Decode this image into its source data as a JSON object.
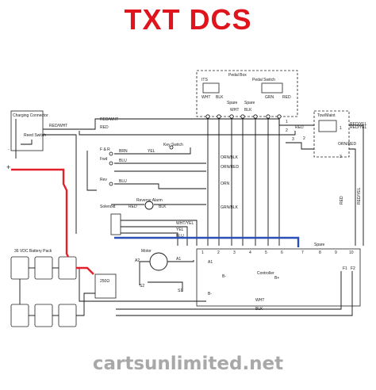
{
  "title": "TXT DCS",
  "footer": "cartsunlimited.net",
  "components": {
    "charging_connector": "Charging Connector",
    "reed_switch": "Reed Switch",
    "pedal_box": "Pedal Box",
    "its": "ITS",
    "pedal_switch": "Pedal Switch",
    "spare_a": "Spare",
    "spare_b": "Spare",
    "spare_c": "Spare",
    "tow_maint": "Tow/Maint",
    "fr": "F & R",
    "fwd": "Fwd",
    "rev": "Rev",
    "key_switch": "Key Switch",
    "reverse_alarm": "Reverse Alarm",
    "solenoid": "Solenoid",
    "battery_pack": "36 VDC Battery Pack",
    "motor": "Motor",
    "ohm": "250Ω",
    "controller": "Controller"
  },
  "terminals": {
    "a1": "A1",
    "a2": "A2",
    "s1": "S1",
    "s2": "S2",
    "bminus_a": "B-",
    "bminus_b": "B-",
    "bplus": "B+",
    "f1": "F1",
    "f2": "F2",
    "controller_pins": [
      "1",
      "2",
      "3",
      "4",
      "5",
      "6",
      "7",
      "8",
      "9",
      "10"
    ],
    "pedal_pins": [
      "1",
      "2",
      "3"
    ],
    "tow_pins": [
      "1",
      "2",
      "3"
    ],
    "plus": "+",
    "minus": "-"
  },
  "wires": {
    "red_wht_1": "RED/WHT",
    "red_wht_2": "RED/WHT",
    "red_1": "RED",
    "red_2": "RED",
    "red_3": "RED",
    "red_yel_1": "RED/YEL",
    "red_yel_2": "RED/YEL",
    "orn_red": "ORN/RED",
    "wht_1": "WHT",
    "blk_1": "BLK",
    "wht_2": "WHT",
    "blk_2": "BLK",
    "grn": "GRN",
    "red_4": "RED",
    "brn": "BRN",
    "yel": "YEL",
    "blu_a": "BLU",
    "blu_b": "BLU",
    "org_blk": "ORN/BLK",
    "orn_red_2": "ORN/RED",
    "orn": "ORN",
    "grn_blk": "GRN/BLK",
    "red_alarm": "RED",
    "blk_alarm": "BLK",
    "wht_yel": "WHT/YEL",
    "yel_2": "YEL",
    "blu_2": "BLU",
    "spare_bottom": "Spare",
    "wht_bottom": "WHT",
    "blk_bottom": "BLK"
  },
  "colors": {
    "title": "#e0141c",
    "power_wire": "#e3202a",
    "blue_wire": "#2b4fb8",
    "footer": "#a8a8a8"
  }
}
